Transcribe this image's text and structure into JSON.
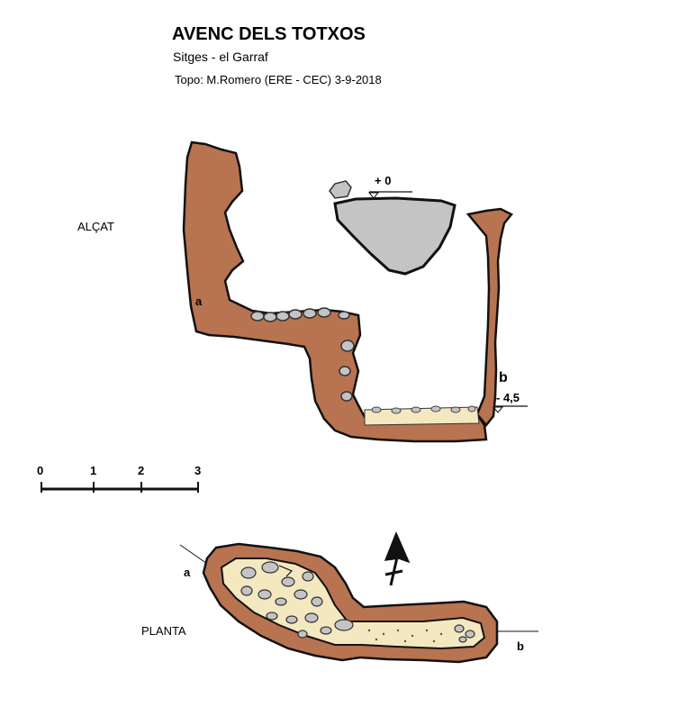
{
  "header": {
    "title": "AVENC DELS TOTXOS",
    "subtitle": "Sitges - el Garraf",
    "credit": "Topo: M.Romero (ERE - CEC) 3-9-2018"
  },
  "section": {
    "label": "ALÇAT",
    "point_a": "a",
    "point_b": "b",
    "level_top": "+ 0",
    "level_bottom": "- 4,5"
  },
  "scale": {
    "ticks": [
      "0",
      "1",
      "2",
      "3"
    ]
  },
  "plan": {
    "label": "PLANTA",
    "point_a": "a",
    "point_b": "b"
  },
  "colors": {
    "rock": "#b87350",
    "outline": "#111111",
    "boulder": "#c4c4c4",
    "floor": "#f3e8bf"
  }
}
